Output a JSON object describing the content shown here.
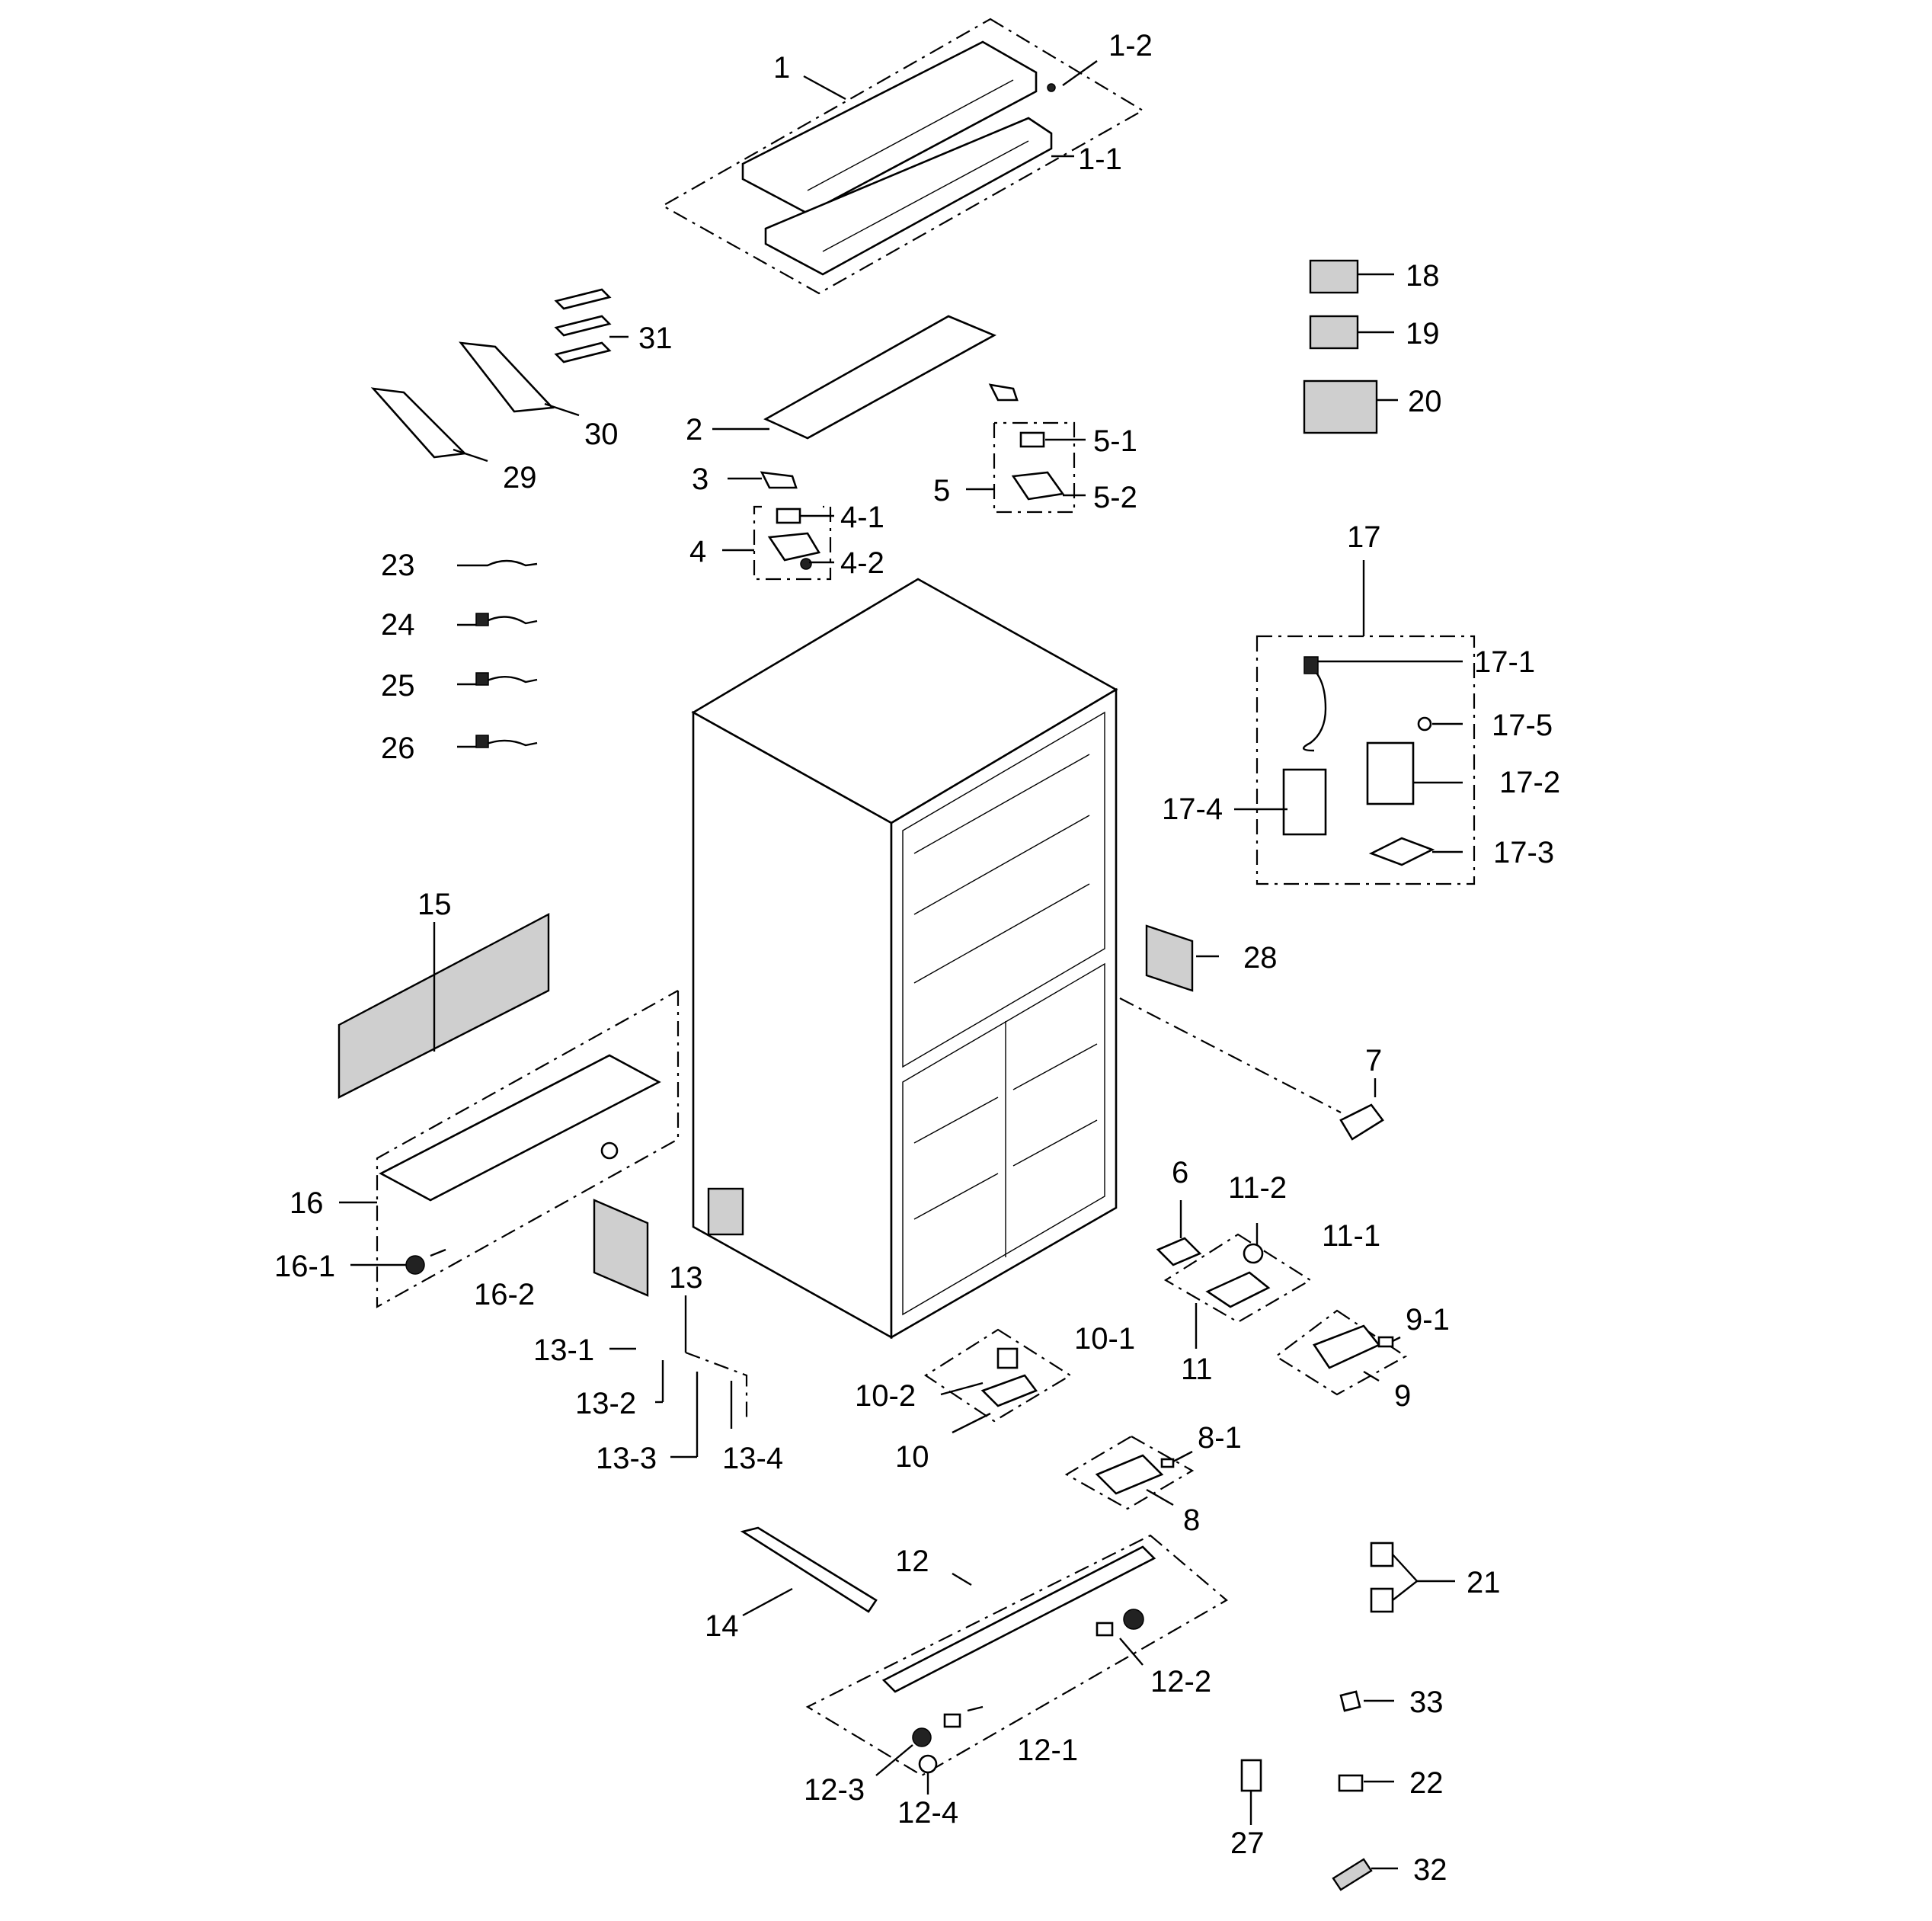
{
  "labels": {
    "l1": "1",
    "l1_1": "1-1",
    "l1_2": "1-2",
    "l2": "2",
    "l3": "3",
    "l4": "4",
    "l4_1": "4-1",
    "l4_2": "4-2",
    "l5": "5",
    "l5_1": "5-1",
    "l5_2": "5-2",
    "l6": "6",
    "l7": "7",
    "l8": "8",
    "l8_1": "8-1",
    "l9": "9",
    "l9_1": "9-1",
    "l10": "10",
    "l10_1": "10-1",
    "l10_2": "10-2",
    "l11": "11",
    "l11_1": "11-1",
    "l11_2": "11-2",
    "l12": "12",
    "l12_1": "12-1",
    "l12_2": "12-2",
    "l12_3": "12-3",
    "l12_4": "12-4",
    "l13": "13",
    "l13_1": "13-1",
    "l13_2": "13-2",
    "l13_3": "13-3",
    "l13_4": "13-4",
    "l14": "14",
    "l15": "15",
    "l16": "16",
    "l16_1": "16-1",
    "l16_2": "16-2",
    "l17": "17",
    "l17_1": "17-1",
    "l17_2": "17-2",
    "l17_3": "17-3",
    "l17_4": "17-4",
    "l17_5": "17-5",
    "l18": "18",
    "l19": "19",
    "l20": "20",
    "l21": "21",
    "l22": "22",
    "l23": "23",
    "l24": "24",
    "l25": "25",
    "l26": "26",
    "l27": "27",
    "l28": "28",
    "l29": "29",
    "l30": "30",
    "l31": "31",
    "l32": "32",
    "l33": "33"
  }
}
